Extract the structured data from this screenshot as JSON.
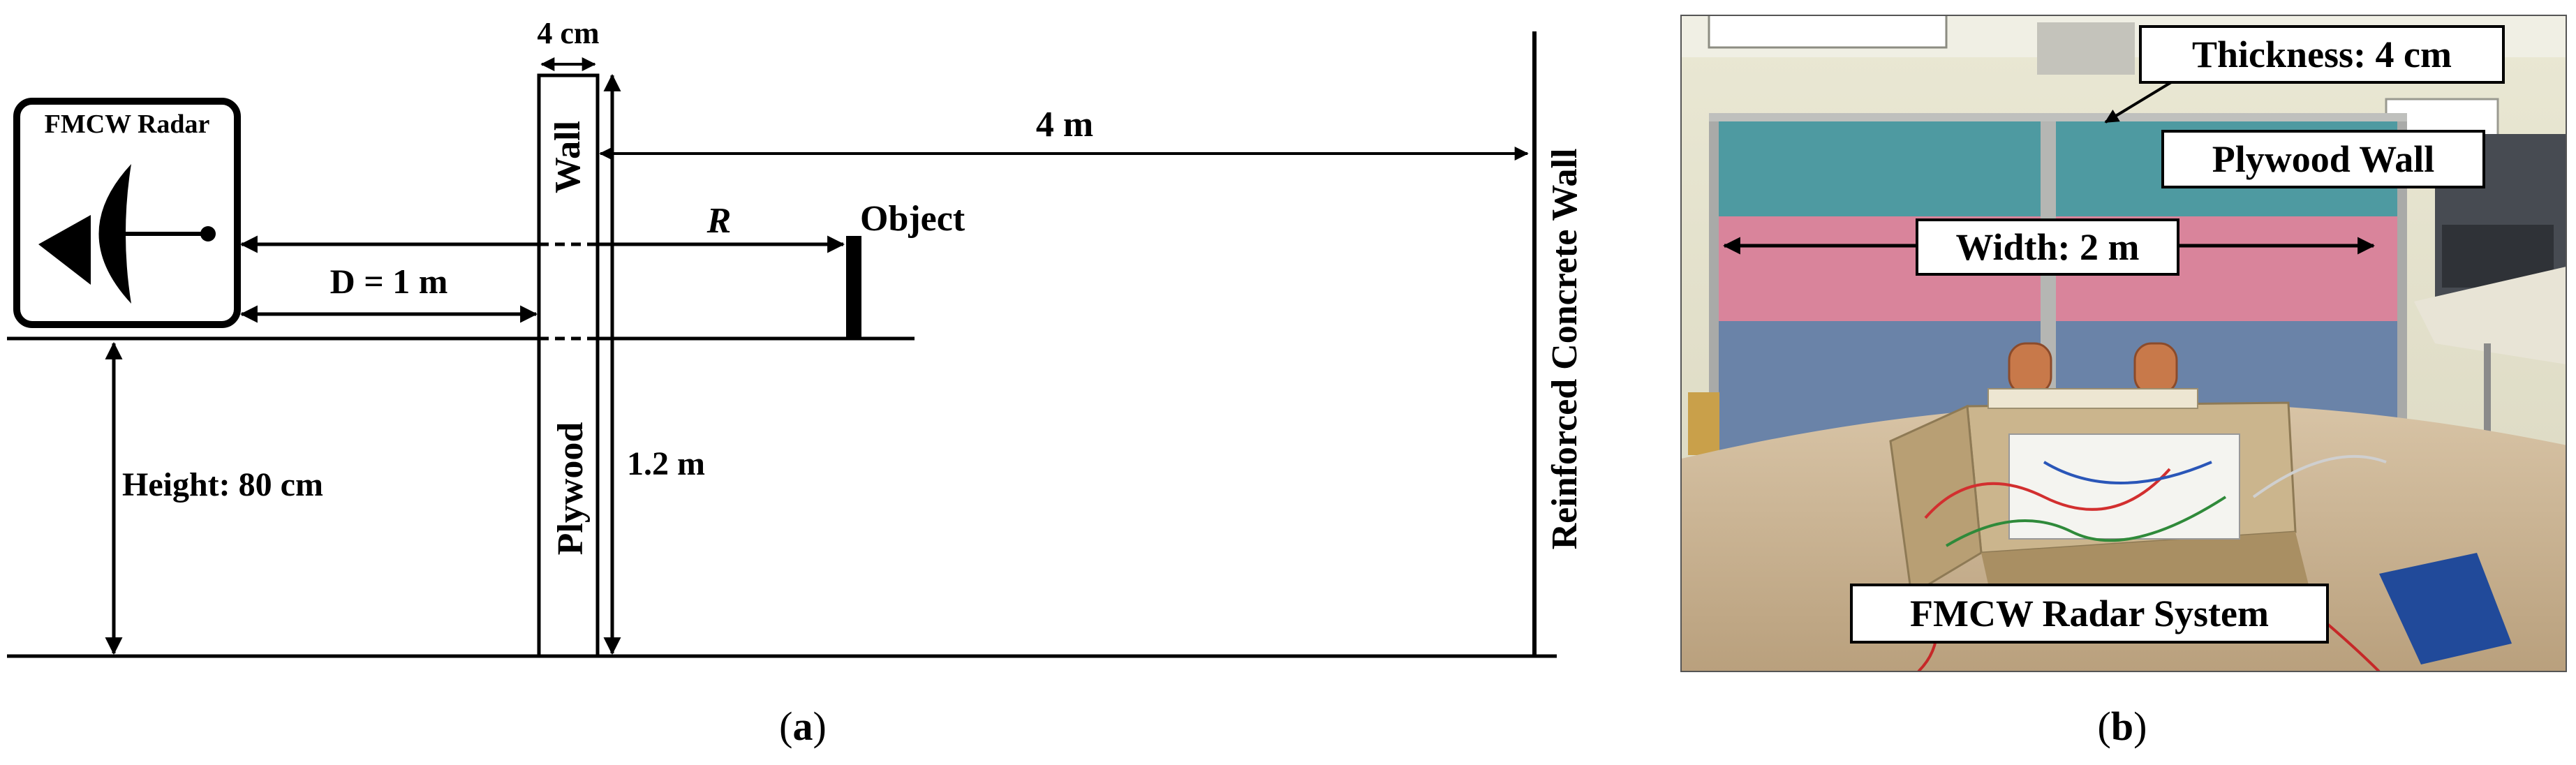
{
  "panel_a": {
    "radar_title": "FMCW Radar",
    "wall_width_label": "4 cm",
    "wall_top_label": "Wall",
    "wall_bottom_label": "Plywood",
    "distance_to_back_wall_label": "4 m",
    "range_label": "R",
    "object_label": "Object",
    "radar_to_wall_label": "D = 1 m",
    "radar_height_label": "Height: 80 cm",
    "wall_height_label": "1.2 m",
    "back_wall_label": "Reinforced Concrete Wall",
    "caption_open": "(",
    "caption_letter": "a",
    "caption_close": ")"
  },
  "panel_b": {
    "thickness_label": "Thickness: 4 cm",
    "wall_label": "Plywood Wall",
    "width_label": "Width: 2 m",
    "system_label": "FMCW Radar System",
    "caption_open": "(",
    "caption_letter": "b",
    "caption_close": ")"
  }
}
